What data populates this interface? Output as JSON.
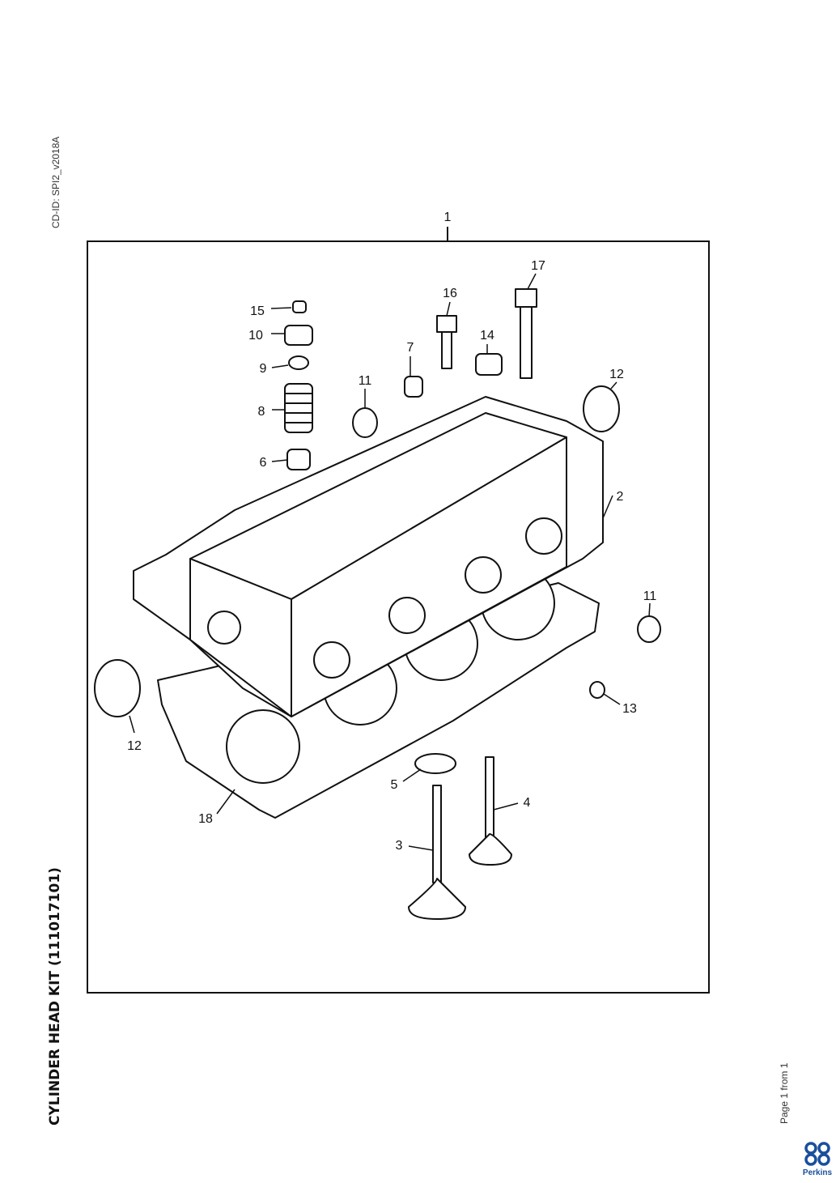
{
  "header": {
    "cd_id": "CD-ID: SPI2_v2018A"
  },
  "title": "CYLINDER HEAD KIT (111017101)",
  "footer": {
    "page": "Page 1 from 1",
    "brand": "Perkins"
  },
  "colors": {
    "brand": "#1a4f9c",
    "line": "#111111"
  },
  "callouts": [
    "1",
    "17",
    "16",
    "15",
    "10",
    "14",
    "7",
    "9",
    "11",
    "12",
    "8",
    "6",
    "2",
    "11",
    "13",
    "12",
    "5",
    "4",
    "18",
    "3"
  ]
}
